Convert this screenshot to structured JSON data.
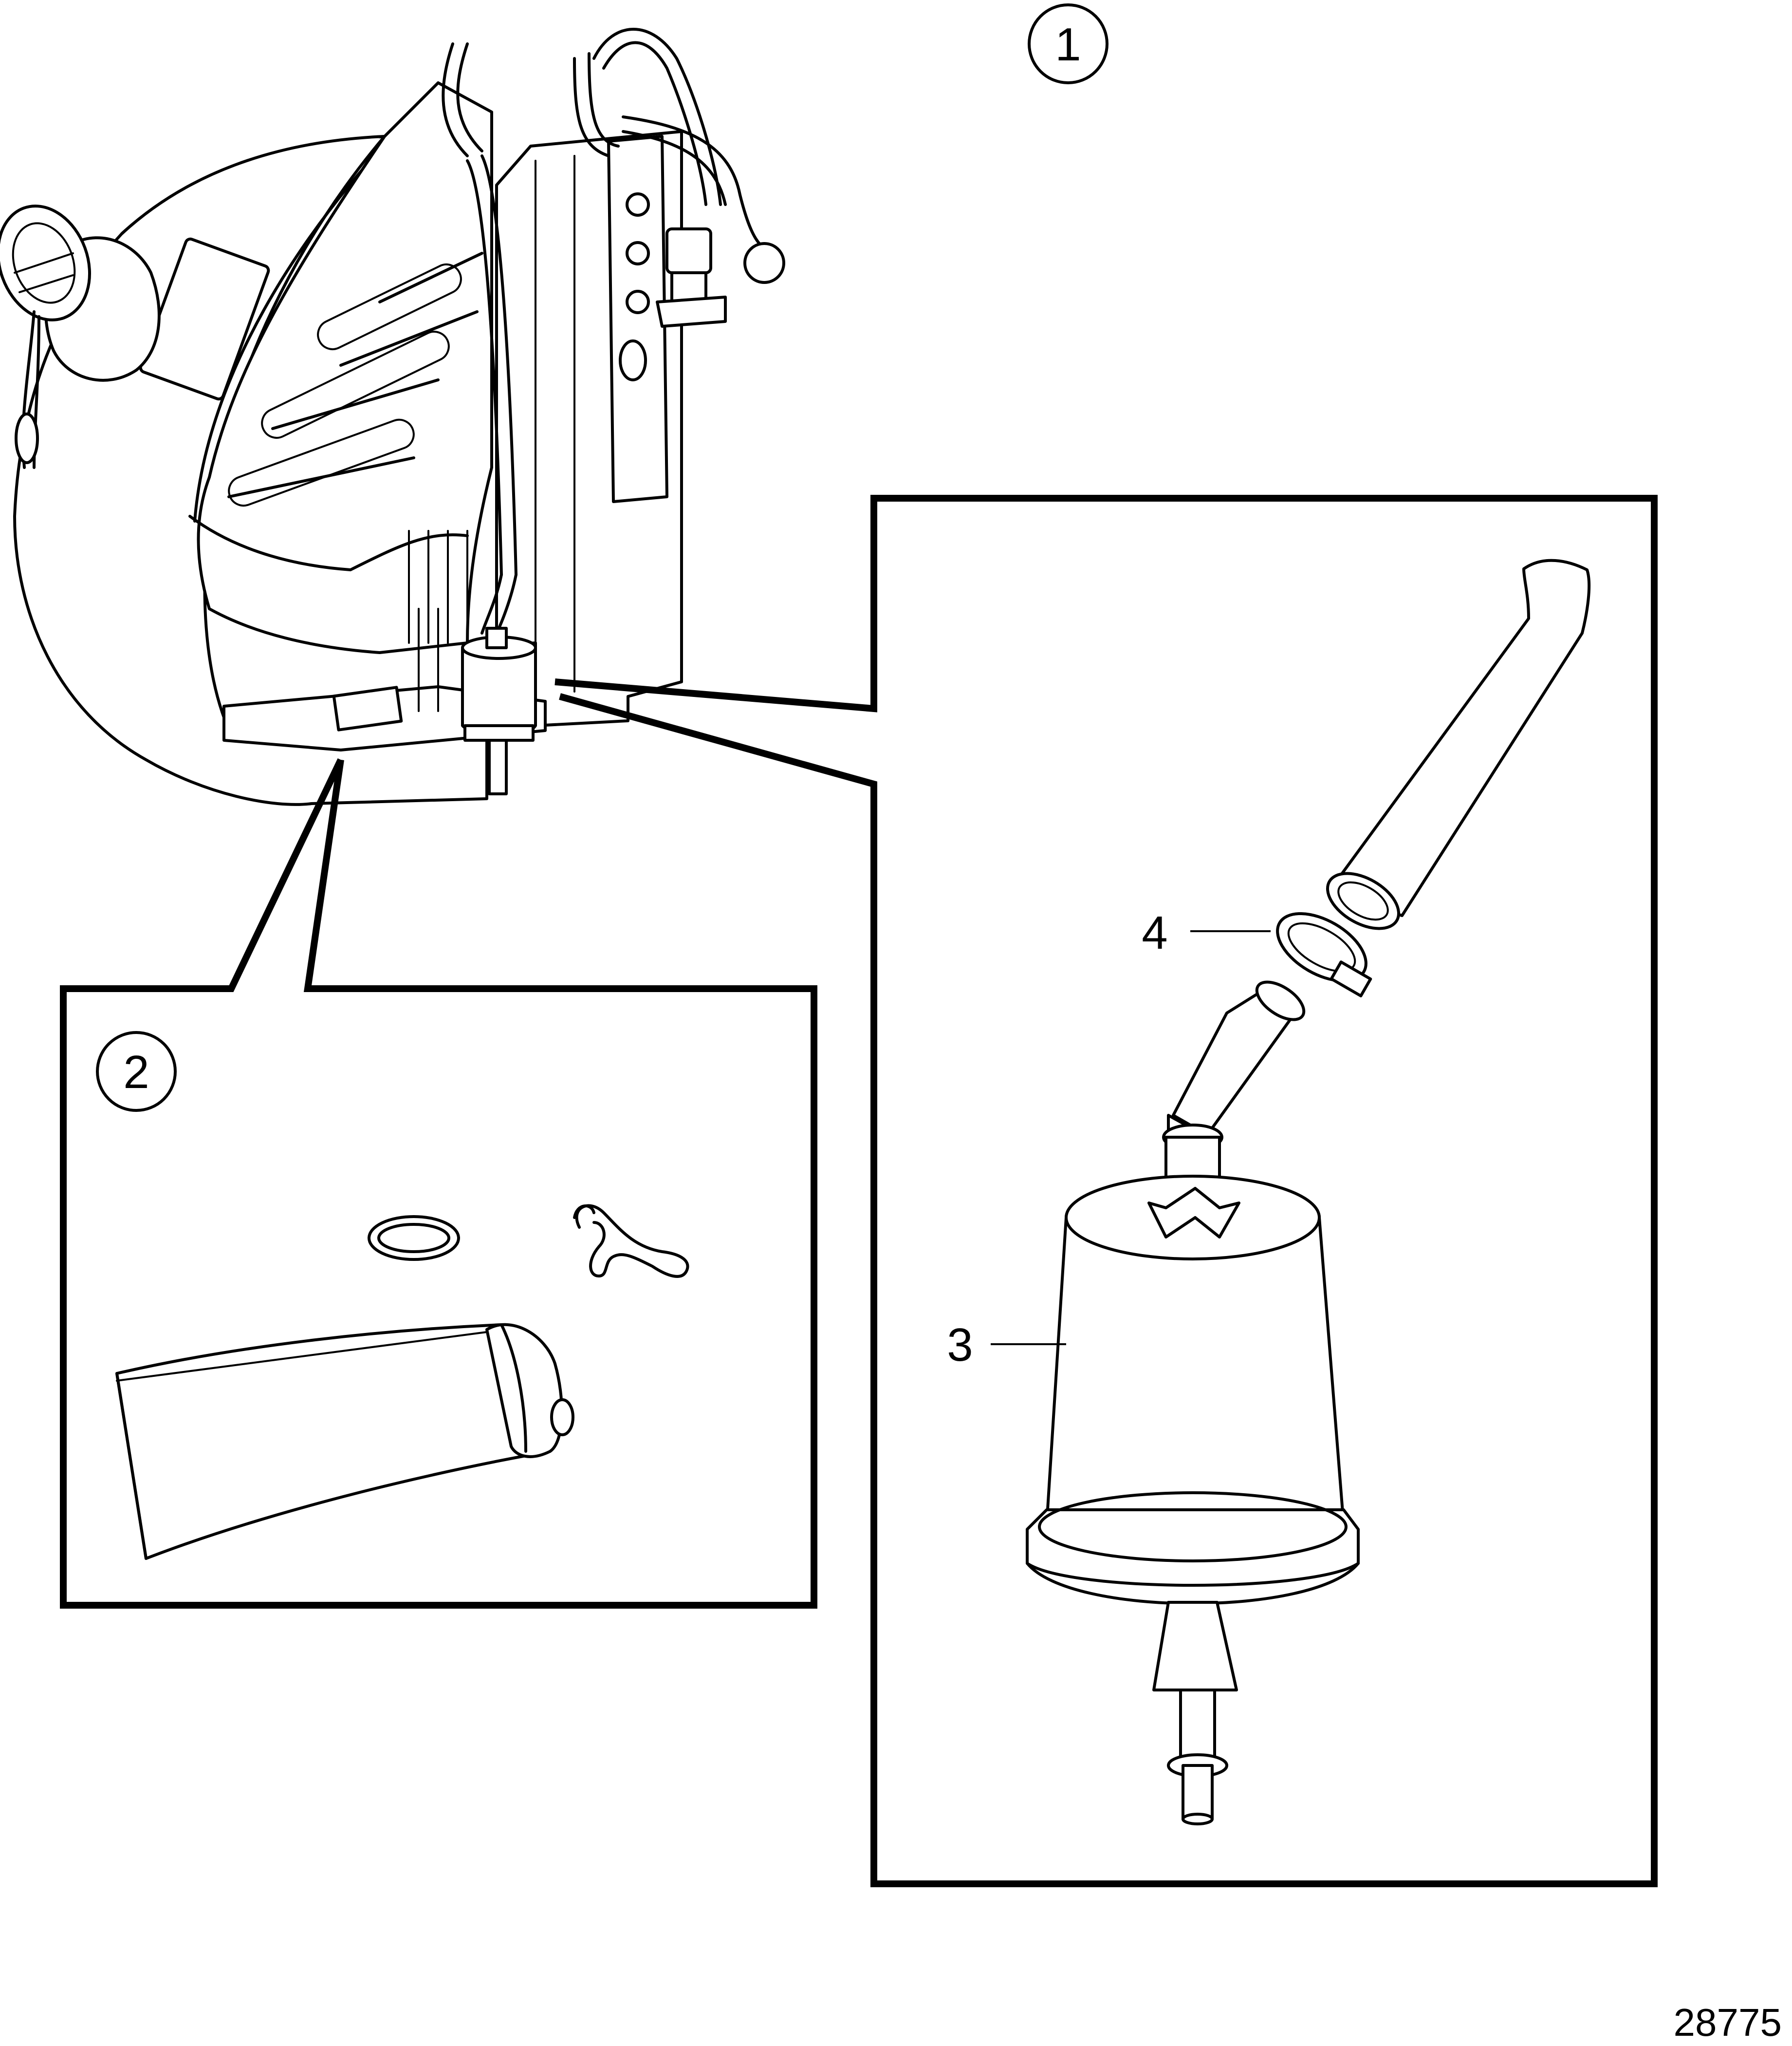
{
  "callouts": [
    {
      "id": "1",
      "label": "1",
      "circled": true
    },
    {
      "id": "2",
      "label": "2",
      "circled": true
    },
    {
      "id": "3",
      "label": "3",
      "circled": false
    },
    {
      "id": "4",
      "label": "4",
      "circled": false
    }
  ],
  "figure_number": "28775",
  "icons": [
    "heater-unit-assembly",
    "fuel-filter",
    "fuel-hose",
    "hose-clamp",
    "o-ring",
    "retaining-clip",
    "filter-element"
  ]
}
